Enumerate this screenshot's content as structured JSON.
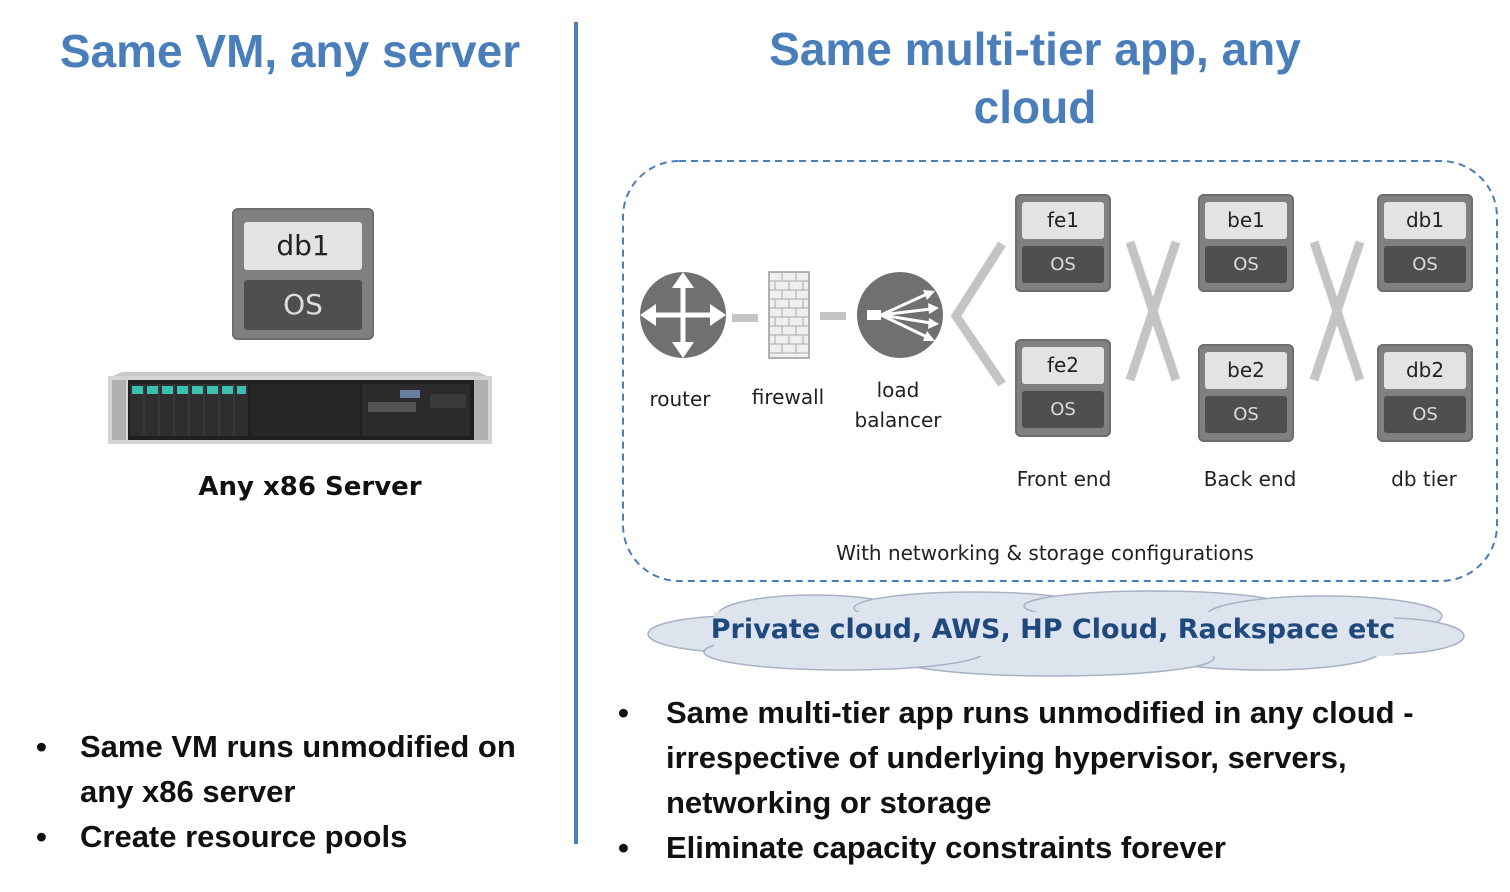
{
  "left": {
    "title": "Same VM, any server",
    "vm": {
      "name": "db1",
      "os": "OS"
    },
    "server_label": "Any x86 Server",
    "bullets": [
      "Same VM runs unmodified on any x86 server",
      "Create resource pools"
    ]
  },
  "right": {
    "title": "Same multi-tier app, any cloud",
    "network_devices": {
      "router": "router",
      "firewall": "firewall",
      "load_balancer": "load balancer"
    },
    "tiers": {
      "front_end": {
        "label": "Front end",
        "vms": [
          {
            "name": "fe1",
            "os": "OS"
          },
          {
            "name": "fe2",
            "os": "OS"
          }
        ]
      },
      "back_end": {
        "label": "Back end",
        "vms": [
          {
            "name": "be1",
            "os": "OS"
          },
          {
            "name": "be2",
            "os": "OS"
          }
        ]
      },
      "db_tier": {
        "label": "db tier",
        "vms": [
          {
            "name": "db1",
            "os": "OS"
          },
          {
            "name": "db2",
            "os": "OS"
          }
        ]
      }
    },
    "config_note": "With networking & storage configurations",
    "cloud_label": "Private cloud, AWS, HP Cloud, Rackspace etc",
    "bullets": [
      "Same multi-tier app runs unmodified in any cloud - irrespective of underlying hypervisor, servers, networking or storage",
      "Eliminate capacity constraints forever"
    ]
  },
  "colors": {
    "title": "#4a7ebb",
    "cloud_text": "#1f497d",
    "cloud_fill": "#dde4ee",
    "device": "#707070",
    "vm_frame": "#808080"
  }
}
